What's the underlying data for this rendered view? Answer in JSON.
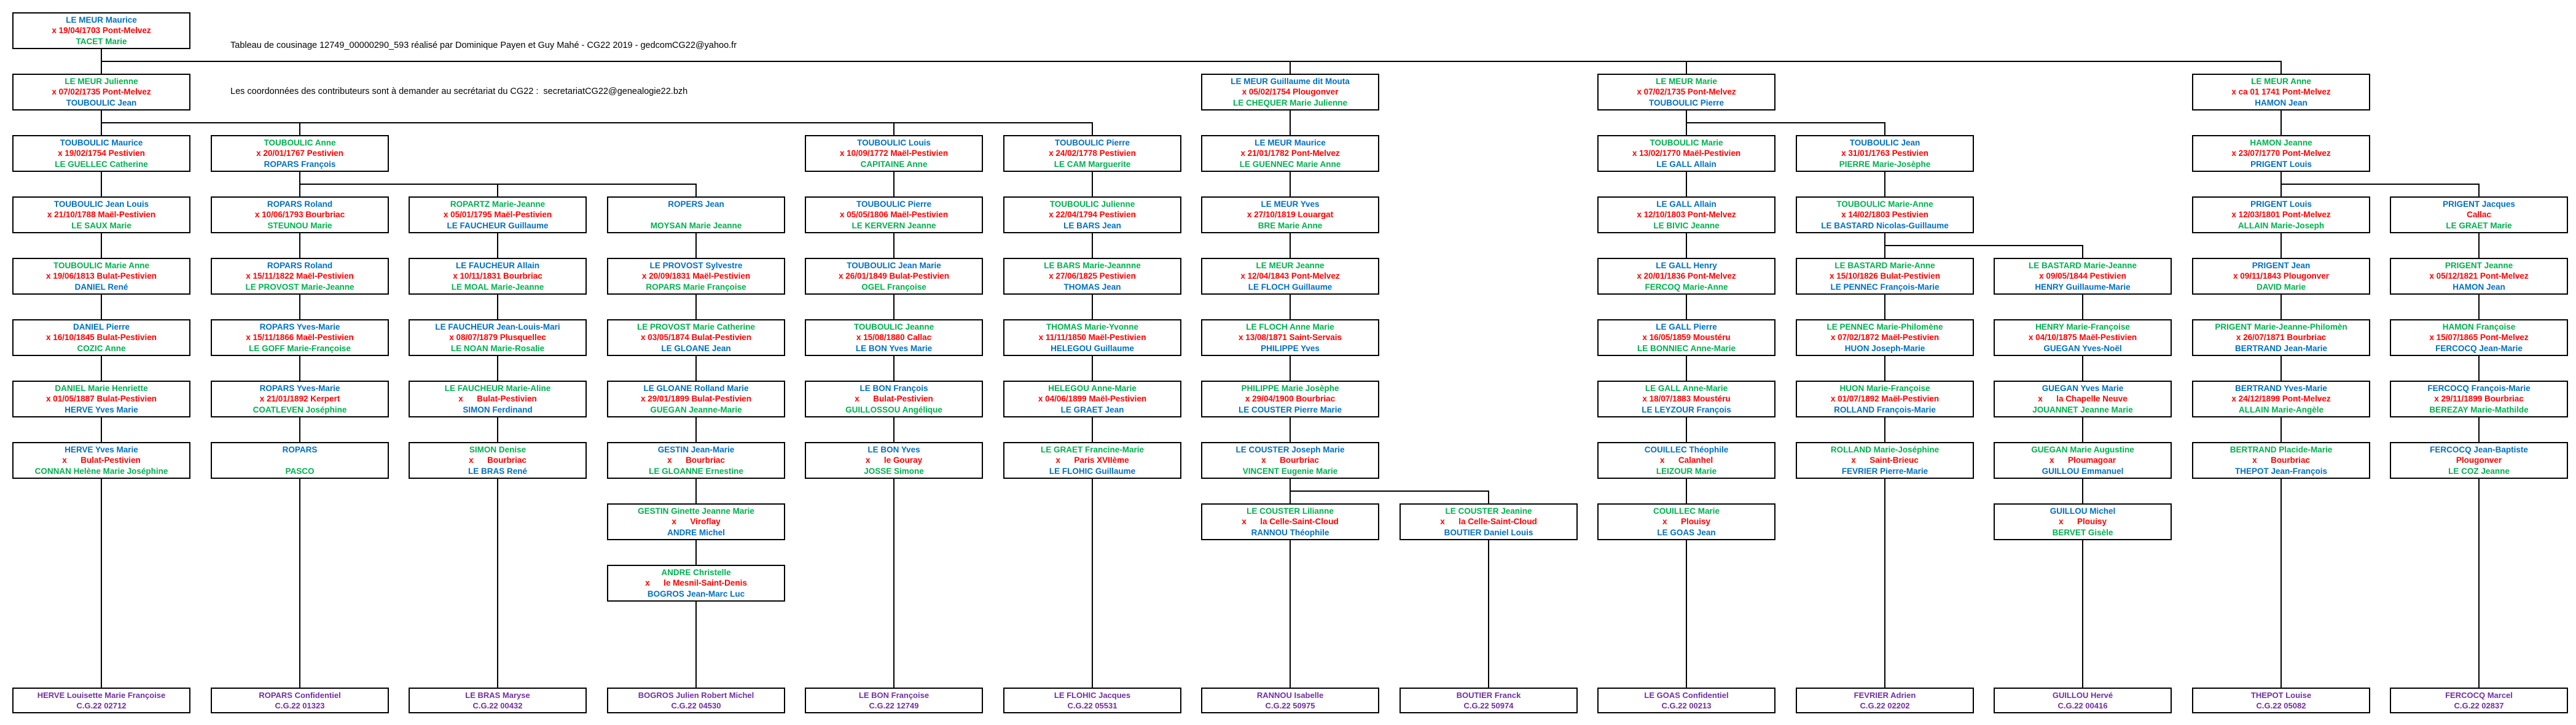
{
  "title": {
    "line1": "Tableau de cousinage 12749_00000290_593 réalisé par Dominique Payen et Guy Mahé - CG22 2019 - gedcomCG22@yahoo.fr",
    "line2": "Les coordonnées des contributeurs sont à demander au secrétariat du CG22 :  secretariatCG22@genealogie22.bzh"
  },
  "colors": {
    "male": "#0070C0",
    "female": "#00B050",
    "marriage": "#FF0000",
    "contributor": "#7030A0",
    "line": "#000000"
  },
  "columns": [
    {
      "boxes": [
        {
          "r": 0,
          "s": "m",
          "n1": "LE MEUR Maurice",
          "m": "x 19/04/1703 Pont-Melvez",
          "n2": "TACET Marie"
        },
        {
          "r": 1,
          "s": "f",
          "n1": "LE MEUR Julienne",
          "m": "x 07/02/1735 Pont-Melvez",
          "n2": "TOUBOULIC Jean"
        },
        {
          "r": 2,
          "s": "m",
          "n1": "TOUBOULIC Maurice",
          "m": "x 19/02/1754 Pestivien",
          "n2": "LE GUELLEC Catherine"
        },
        {
          "r": 3,
          "s": "m",
          "n1": "TOUBOULIC Jean Louis",
          "m": "x 21/10/1788 Maël-Pestivien",
          "n2": "LE SAUX Marie"
        },
        {
          "r": 4,
          "s": "f",
          "n1": "TOUBOULIC Marie Anne",
          "m": "x 19/06/1813 Bulat-Pestivien",
          "n2": "DANIEL René"
        },
        {
          "r": 5,
          "s": "m",
          "n1": "DANIEL Pierre",
          "m": "x 16/10/1845 Bulat-Pestivien",
          "n2": "COZIC Anne"
        },
        {
          "r": 6,
          "s": "f",
          "n1": "DANIEL Marie Henriette",
          "m": "x 01/05/1887 Bulat-Pestivien",
          "n2": "HERVE Yves Marie"
        },
        {
          "r": 7,
          "s": "m",
          "n1": "HERVE Yves Marie",
          "m": "x      Bulat-Pestivien",
          "n2": "CONNAN Helène Marie Joséphine"
        }
      ],
      "contributor": {
        "name": "HERVE Louisette Marie Françoise",
        "ref": "C.G.22 02712"
      }
    },
    {
      "boxes": [
        {
          "r": 2,
          "s": "f",
          "n1": "TOUBOULIC Anne",
          "m": "x 20/01/1767 Pestivien",
          "n2": "ROPARS François"
        },
        {
          "r": 3,
          "s": "m",
          "n1": "ROPARS Roland",
          "m": "x 10/06/1793 Bourbriac",
          "n2": "STEUNOU Marie"
        },
        {
          "r": 4,
          "s": "m",
          "n1": "ROPARS Roland",
          "m": "x 15/11/1822 Maël-Pestivien",
          "n2": "LE PROVOST Marie-Jeanne"
        },
        {
          "r": 5,
          "s": "m",
          "n1": "ROPARS Yves-Marie",
          "m": "x 15/11/1866 Maël-Pestivien",
          "n2": "LE GOFF Marie-Françoise"
        },
        {
          "r": 6,
          "s": "m",
          "n1": "ROPARS Yves-Marie",
          "m": "x 21/01/1892 Kerpert",
          "n2": "COATLEVEN Joséphine"
        },
        {
          "r": 7,
          "s": "m",
          "n1": "ROPARS",
          "m": "",
          "n2": "PASCO"
        }
      ],
      "contributor": {
        "name": "ROPARS Confidentiel",
        "ref": "C.G.22 01323"
      }
    },
    {
      "boxes": [
        {
          "r": 3,
          "s": "f",
          "n1": "ROPARTZ Marie-Jeanne",
          "m": "x 05/01/1795 Maël-Pestivien",
          "n2": "LE FAUCHEUR Guillaume"
        },
        {
          "r": 4,
          "s": "m",
          "n1": "LE FAUCHEUR Allain",
          "m": "x 10/11/1831 Bourbriac",
          "n2": "LE MOAL Marie-Jeanne"
        },
        {
          "r": 5,
          "s": "m",
          "n1": "LE FAUCHEUR Jean-Louis-Mari",
          "m": "x 08/07/1879 Plusquellec",
          "n2": "LE NOAN Marie-Rosalie"
        },
        {
          "r": 6,
          "s": "f",
          "n1": "LE FAUCHEUR Marie-Aline",
          "m": "x      Bulat-Pestivien",
          "n2": "SIMON Ferdinand"
        },
        {
          "r": 7,
          "s": "f",
          "n1": "SIMON Denise",
          "m": "x      Bourbriac",
          "n2": "LE BRAS René"
        }
      ],
      "contributor": {
        "name": "LE BRAS Maryse",
        "ref": "C.G.22 00432"
      }
    },
    {
      "boxes": [
        {
          "r": 3,
          "s": "m",
          "n1": "ROPERS Jean",
          "m": "",
          "n2": "MOYSAN Marie Jeanne"
        },
        {
          "r": 4,
          "s": "m",
          "n1": "LE PROVOST Sylvestre",
          "m": "x 20/09/1831 Maël-Pestivien",
          "n2": "ROPARS Marie Françoise"
        },
        {
          "r": 5,
          "s": "f",
          "n1": "LE PROVOST Marie Catherine",
          "m": "x 03/05/1874 Bulat-Pestivien",
          "n2": "LE GLOANE Jean"
        },
        {
          "r": 6,
          "s": "m",
          "n1": "LE GLOANE Rolland Marie",
          "m": "x 29/01/1899 Bulat-Pestivien",
          "n2": "GUEGAN Jeanne-Marie"
        },
        {
          "r": 7,
          "s": "m",
          "n1": "GESTIN Jean-Marie",
          "m": "x      Bourbriac",
          "n2": "LE GLOANNE Ernestine"
        },
        {
          "r": 8,
          "s": "f",
          "n1": "GESTIN Ginette Jeanne Marie",
          "m": "x      Viroflay",
          "n2": "ANDRE Michel"
        },
        {
          "r": 9,
          "s": "f",
          "n1": "ANDRE Christelle",
          "m": "x      le Mesnil-Saint-Denis",
          "n2": "BOGROS Jean-Marc Luc"
        }
      ],
      "contributor": {
        "name": "BOGROS Julien Robert Michel",
        "ref": "C.G.22 04530"
      }
    },
    {
      "boxes": [
        {
          "r": 2,
          "s": "m",
          "n1": "TOUBOULIC Louis",
          "m": "x 10/09/1772 Maël-Pestivien",
          "n2": "CAPITAINE Anne"
        },
        {
          "r": 3,
          "s": "m",
          "n1": "TOUBOULIC Pierre",
          "m": "x 05/05/1806 Maël-Pestivien",
          "n2": "LE KERVERN Jeanne"
        },
        {
          "r": 4,
          "s": "m",
          "n1": "TOUBOULIC Jean Marie",
          "m": "x 26/01/1849 Bulat-Pestivien",
          "n2": "OGEL Françoise"
        },
        {
          "r": 5,
          "s": "f",
          "n1": "TOUBOULIC Jeanne",
          "m": "x 15/08/1880 Callac",
          "n2": "LE BON Yves Marie"
        },
        {
          "r": 6,
          "s": "m",
          "n1": "LE BON François",
          "m": "x      Bulat-Pestivien",
          "n2": "GUILLOSSOU Angélique"
        },
        {
          "r": 7,
          "s": "m",
          "n1": "LE BON Yves",
          "m": "x      le Gouray",
          "n2": "JOSSE Simone"
        }
      ],
      "contributor": {
        "name": "LE BON Françoise",
        "ref": "C.G.22 12749"
      }
    },
    {
      "boxes": [
        {
          "r": 2,
          "s": "m",
          "n1": "TOUBOULIC Pierre",
          "m": "x 24/02/1778 Pestivien",
          "n2": "LE CAM Marguerite"
        },
        {
          "r": 3,
          "s": "f",
          "n1": "TOUBOULIC Julienne",
          "m": "x 22/04/1794 Pestivien",
          "n2": "LE BARS Jean"
        },
        {
          "r": 4,
          "s": "f",
          "n1": "LE BARS Marie-Jeannne",
          "m": "x 27/06/1825 Pestivien",
          "n2": "THOMAS Jean"
        },
        {
          "r": 5,
          "s": "f",
          "n1": "THOMAS Marie-Yvonne",
          "m": "x 11/11/1850 Maël-Pestivien",
          "n2": "HELEGOU Guillaume"
        },
        {
          "r": 6,
          "s": "f",
          "n1": "HELEGOU Anne-Marie",
          "m": "x 04/06/1899 Maël-Pestivien",
          "n2": "LE GRAET Jean"
        },
        {
          "r": 7,
          "s": "f",
          "n1": "LE GRAET Francine-Marie",
          "m": "x      Paris XVIIème",
          "n2": "LE FLOHIC Guillaume"
        }
      ],
      "contributor": {
        "name": "LE FLOHIC Jacques",
        "ref": "C.G.22 05531"
      }
    },
    {
      "boxes": [
        {
          "r": 1,
          "s": "m",
          "n1": "LE MEUR Guillaume dit Mouta",
          "m": "x 05/02/1754 Plougonver",
          "n2": "LE CHEQUER Marie Julienne"
        },
        {
          "r": 2,
          "s": "m",
          "n1": "LE MEUR Maurice",
          "m": "x 21/01/1782 Pont-Melvez",
          "n2": "LE GUENNEC Marie Anne"
        },
        {
          "r": 3,
          "s": "m",
          "n1": "LE MEUR Yves",
          "m": "x 27/10/1819 Louargat",
          "n2": "BRE Marie Anne"
        },
        {
          "r": 4,
          "s": "f",
          "n1": "LE MEUR Jeanne",
          "m": "x 12/04/1843 Pont-Melvez",
          "n2": "LE FLOCH Guillaume"
        },
        {
          "r": 5,
          "s": "f",
          "n1": "LE FLOCH Anne Marie",
          "m": "x 13/08/1871 Saint-Servais",
          "n2": "PHILIPPE Yves"
        },
        {
          "r": 6,
          "s": "f",
          "n1": "PHILIPPE Marie Josèphe",
          "m": "x 29/04/1900 Bourbriac",
          "n2": "LE COUSTER Pierre Marie"
        },
        {
          "r": 7,
          "s": "m",
          "n1": "LE COUSTER Joseph Marie",
          "m": "x      Bourbriac",
          "n2": "VINCENT Eugenie Marie"
        },
        {
          "r": 8,
          "s": "f",
          "n1": "LE COUSTER Lilianne",
          "m": "x      la Celle-Saint-Cloud",
          "n2": "RANNOU Théophile"
        }
      ],
      "contributor": {
        "name": "RANNOU Isabelle",
        "ref": "C.G.22 50975"
      }
    },
    {
      "boxes": [
        {
          "r": 8,
          "s": "f",
          "n1": "LE COUSTER Jeanine",
          "m": "x      la Celle-Saint-Cloud",
          "n2": "BOUTIER Daniel Louis"
        }
      ],
      "contributor": {
        "name": "BOUTIER Franck",
        "ref": "C.G.22 50974"
      }
    },
    {
      "boxes": [
        {
          "r": 1,
          "s": "f",
          "n1": "LE MEUR Marie",
          "m": "x 07/02/1735 Pont-Melvez",
          "n2": "TOUBOULIC Pierre"
        },
        {
          "r": 2,
          "s": "f",
          "n1": "TOUBOULIC Marie",
          "m": "x 13/02/1770 Maël-Pestivien",
          "n2": "LE GALL Allain"
        },
        {
          "r": 3,
          "s": "m",
          "n1": "LE GALL Allain",
          "m": "x 12/10/1803 Pont-Melvez",
          "n2": "LE BIVIC Jeanne"
        },
        {
          "r": 4,
          "s": "m",
          "n1": "LE GALL Henry",
          "m": "x 20/01/1836 Pont-Melvez",
          "n2": "FERCOQ Marie-Anne"
        },
        {
          "r": 5,
          "s": "m",
          "n1": "LE GALL Pierre",
          "m": "x 16/05/1859 Moustéru",
          "n2": "LE BONNIEC Anne-Marie"
        },
        {
          "r": 6,
          "s": "f",
          "n1": "LE GALL Anne-Marie",
          "m": "x 18/07/1883 Moustéru",
          "n2": "LE LEYZOUR François"
        },
        {
          "r": 7,
          "s": "m",
          "n1": "COUILLEC Théophile",
          "m": "x      Calanhel",
          "n2": "LEIZOUR Marie"
        },
        {
          "r": 8,
          "s": "f",
          "n1": "COUILLEC Marie",
          "m": "x      Plouisy",
          "n2": "LE GOAS Jean"
        }
      ],
      "contributor": {
        "name": "LE GOAS Confidentiel",
        "ref": "C.G.22 00213"
      }
    },
    {
      "boxes": [
        {
          "r": 2,
          "s": "m",
          "n1": "TOUBOULIC Jean",
          "m": "x 31/01/1763 Pestivien",
          "n2": "PIERRE Marie-Josèphe"
        },
        {
          "r": 3,
          "s": "f",
          "n1": "TOUBOULIC Marie-Anne",
          "m": "x 14/02/1803 Pestivien",
          "n2": "LE BASTARD Nicolas-Guillaume"
        },
        {
          "r": 4,
          "s": "f",
          "n1": "LE BASTARD Marie-Anne",
          "m": "x 15/10/1826 Bulat-Pestivien",
          "n2": "LE PENNEC François-Marie"
        },
        {
          "r": 5,
          "s": "f",
          "n1": "LE PENNEC Marie-Philomène",
          "m": "x 07/02/1872 Maël-Pestivien",
          "n2": "HUON Joseph-Marie"
        },
        {
          "r": 6,
          "s": "f",
          "n1": "HUON Marie-Françoise",
          "m": "x 01/07/1892 Maël-Pestivien",
          "n2": "ROLLAND François-Marie"
        },
        {
          "r": 7,
          "s": "f",
          "n1": "ROLLAND Marie-Joséphine",
          "m": "x      Saint-Brieuc",
          "n2": "FEVRIER Pierre-Marie"
        }
      ],
      "contributor": {
        "name": "FEVRIER Adrien",
        "ref": "C.G.22 02202"
      }
    },
    {
      "boxes": [
        {
          "r": 4,
          "s": "f",
          "n1": "LE BASTARD Marie-Jeanne",
          "m": "x 09/05/1844 Pestivien",
          "n2": "HENRY Guillaume-Marie"
        },
        {
          "r": 5,
          "s": "f",
          "n1": "HENRY Marie-Françoise",
          "m": "x 04/10/1875 Maël-Pestivien",
          "n2": "GUEGAN Yves-Noël"
        },
        {
          "r": 6,
          "s": "m",
          "n1": "GUEGAN Yves Marie",
          "m": "x      la Chapelle Neuve",
          "n2": "JOUANNET Jeanne Marie"
        },
        {
          "r": 7,
          "s": "f",
          "n1": "GUEGAN Marie Augustine",
          "m": "x      Ploumagoar",
          "n2": "GUILLOU Emmanuel"
        },
        {
          "r": 8,
          "s": "m",
          "n1": "GUILLOU Michel",
          "m": "x      Plouisy",
          "n2": "BERVET Gisèle"
        }
      ],
      "contributor": {
        "name": "GUILLOU Hervé",
        "ref": "C.G.22 00416"
      }
    },
    {
      "boxes": [
        {
          "r": 1,
          "s": "f",
          "n1": "LE MEUR Anne",
          "m": "x ca 01 1741 Pont-Melvez",
          "n2": "HAMON Jean"
        },
        {
          "r": 2,
          "s": "f",
          "n1": "HAMON Jeanne",
          "m": "x 23/07/1770 Pont-Melvez",
          "n2": "PRIGENT Louis"
        },
        {
          "r": 3,
          "s": "m",
          "n1": "PRIGENT Louis",
          "m": "x 12/03/1801 Pont-Melvez",
          "n2": "ALLAIN Marie-Joseph"
        },
        {
          "r": 4,
          "s": "m",
          "n1": "PRIGENT Jean",
          "m": "x 09/11/1843 Plougonver",
          "n2": "DAVID Marie"
        },
        {
          "r": 5,
          "s": "f",
          "n1": "PRIGENT Marie-Jeanne-Philomèn",
          "m": "x 26/07/1871 Bourbriac",
          "n2": "BERTRAND Jean-Marie"
        },
        {
          "r": 6,
          "s": "m",
          "n1": "BERTRAND Yves-Marie",
          "m": "x 24/12/1899 Pont-Melvez",
          "n2": "ALLAIN Marie-Angèle"
        },
        {
          "r": 7,
          "s": "f",
          "n1": "BERTRAND Placide-Marie",
          "m": "x      Bourbriac",
          "n2": "THEPOT Jean-François"
        }
      ],
      "contributor": {
        "name": "THEPOT Louise",
        "ref": "C.G.22 05082"
      }
    },
    {
      "boxes": [
        {
          "r": 3,
          "s": "m",
          "n1": "PRIGENT Jacques",
          "m": "Callac",
          "n2": "LE GRAET Marie"
        },
        {
          "r": 4,
          "s": "f",
          "n1": "PRIGENT Jeanne",
          "m": "x 05/12/1821 Pont-Melvez",
          "n2": "HAMON Jean"
        },
        {
          "r": 5,
          "s": "f",
          "n1": "HAMON Françoise",
          "m": "x 15/07/1865 Pont-Melvez",
          "n2": "FERCOCQ Jean-Marie"
        },
        {
          "r": 6,
          "s": "m",
          "n1": "FERCOCQ François-Marie",
          "m": "x 29/11/1899 Bourbriac",
          "n2": "BEREZAY Marie-Mathilde"
        },
        {
          "r": 7,
          "s": "m",
          "n1": "FERCOCQ Jean-Baptiste",
          "m": "Plougonver",
          "n2": "LE COZ Jeanne"
        }
      ],
      "contributor": {
        "name": "FERCOCQ Marcel",
        "ref": "C.G.22 02837"
      }
    }
  ],
  "branches": [
    {
      "parent": [
        0,
        0
      ],
      "children": [
        [
          0,
          1
        ],
        [
          6,
          1
        ],
        [
          8,
          1
        ],
        [
          11,
          1
        ]
      ]
    },
    {
      "parent": [
        0,
        1
      ],
      "children": [
        [
          0,
          2
        ],
        [
          1,
          2
        ],
        [
          4,
          2
        ],
        [
          5,
          2
        ]
      ]
    },
    {
      "parent": [
        1,
        2
      ],
      "children": [
        [
          1,
          3
        ],
        [
          2,
          3
        ],
        [
          3,
          3
        ]
      ]
    },
    {
      "parent": [
        8,
        1
      ],
      "children": [
        [
          8,
          2
        ],
        [
          9,
          2
        ]
      ]
    },
    {
      "parent": [
        11,
        2
      ],
      "children": [
        [
          11,
          3
        ],
        [
          12,
          3
        ]
      ]
    },
    {
      "parent": [
        9,
        3
      ],
      "children": [
        [
          9,
          4
        ],
        [
          10,
          4
        ]
      ]
    },
    {
      "parent": [
        6,
        7
      ],
      "children": [
        [
          6,
          8
        ],
        [
          7,
          8
        ]
      ]
    }
  ]
}
